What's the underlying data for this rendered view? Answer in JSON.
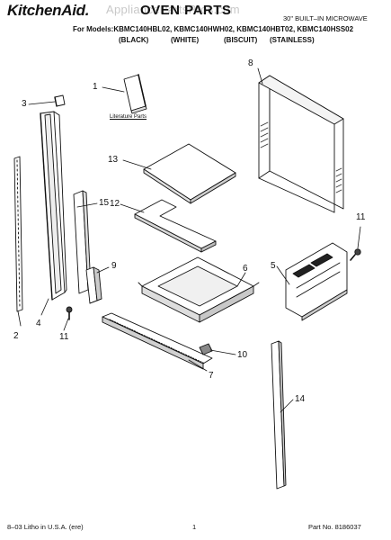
{
  "header": {
    "brand": "KitchenAid.",
    "watermark": "AppliancePartsPros.com",
    "title": "OVEN PARTS",
    "subtitle": "30\" BUILT–IN MICROWAVE",
    "models": "For Models:KBMC140HBL02, KBMC140HWH02, KBMC140HBT02, KBMC140HSS02",
    "finishes": [
      "(BLACK)",
      "(WHITE)",
      "(BISCUIT)",
      "(STAINLESS)"
    ]
  },
  "diagram": {
    "literature_label": "Literature Parts",
    "callouts": [
      "1",
      "2",
      "3",
      "4",
      "5",
      "6",
      "7",
      "8",
      "9",
      "10",
      "11",
      "11",
      "12",
      "13",
      "14",
      "15"
    ]
  },
  "footer": {
    "left": "8–03 Litho in U.S.A. (ere)",
    "center": "1",
    "right": "Part No. 8186037"
  },
  "colors": {
    "ink": "#111111",
    "watermark": "#c8c8c8"
  }
}
